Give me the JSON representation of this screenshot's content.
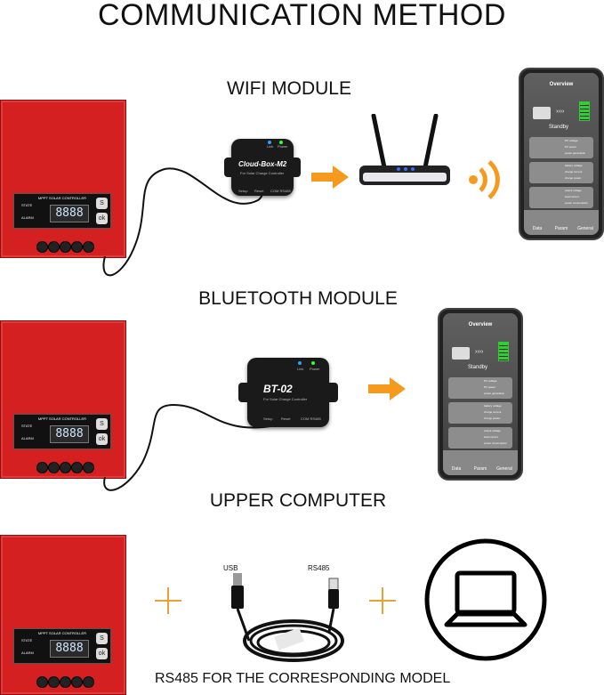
{
  "title": "COMMUNICATION METHOD",
  "sections": {
    "wifi": "WIFI MODULE",
    "bluetooth": "BLUETOOTH MODULE",
    "upper": "UPPER COMPUTER"
  },
  "caption": "RS485 FOR THE CORRESPONDING MODEL",
  "controller": {
    "panel_name": "MPPT SOLAR CONTROLLER",
    "lcd": "8888",
    "state_label": "STATE",
    "alarm_label": "ALARM"
  },
  "wifi_module": {
    "name": "Cloud-Box-M2",
    "sub": "For Solar Charge Controller",
    "led1": "Link",
    "led2": "Power",
    "btn1": "Setup",
    "btn2": "Reset",
    "btn3": "COM RS485"
  },
  "bt_module": {
    "name": "BT-02",
    "sub": "For Solar Charge Controller",
    "led1": "Link",
    "led2": "Power",
    "btn1": "Setup",
    "btn2": "Reset",
    "btn3": "COM RS485"
  },
  "cable": {
    "usb_label": "USB",
    "rs485_label": "RS485"
  },
  "phone": {
    "header": "Overview",
    "status": "Standby",
    "tabs": [
      "Data",
      "Param",
      "General"
    ],
    "card1": [
      "PV voltage",
      "PV power",
      "power generation"
    ],
    "card2": [
      "battery voltage",
      "charge current",
      "charge power"
    ],
    "card3": [
      "output voltage",
      "load current",
      "power consumption"
    ]
  },
  "colors": {
    "controller_red": "#d42020",
    "arrow_orange": "#f59a1d",
    "plus_orange": "#e9a035"
  }
}
